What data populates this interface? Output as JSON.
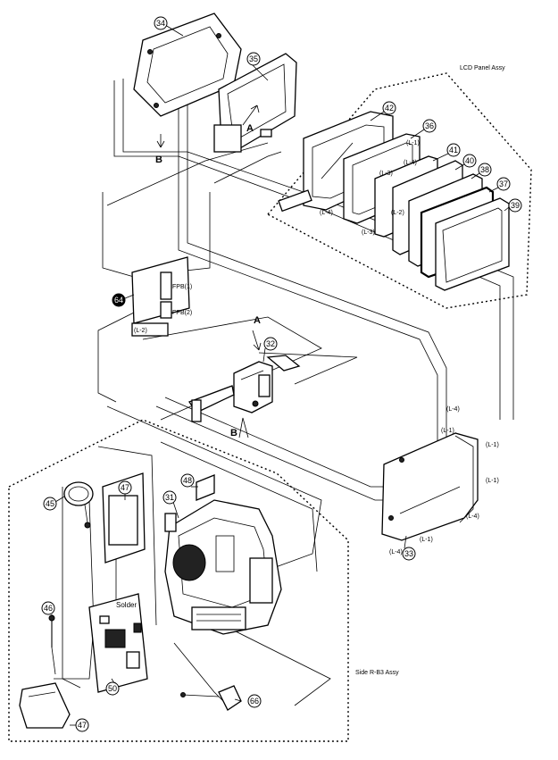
{
  "diagram": {
    "callouts": [
      {
        "id": "c34",
        "text": "34"
      },
      {
        "id": "c35",
        "text": "35"
      },
      {
        "id": "c42",
        "text": "42"
      },
      {
        "id": "c36",
        "text": "36"
      },
      {
        "id": "c41",
        "text": "41"
      },
      {
        "id": "c40",
        "text": "40"
      },
      {
        "id": "c38",
        "text": "38"
      },
      {
        "id": "c37",
        "text": "37"
      },
      {
        "id": "c39",
        "text": "39"
      },
      {
        "id": "c64",
        "text": "64"
      },
      {
        "id": "c32a",
        "text": "32"
      },
      {
        "id": "c33",
        "text": "33"
      },
      {
        "id": "c45",
        "text": "45"
      },
      {
        "id": "c47a",
        "text": "47"
      },
      {
        "id": "c48",
        "text": "48"
      },
      {
        "id": "c31",
        "text": "31"
      },
      {
        "id": "c46",
        "text": "46"
      },
      {
        "id": "c50",
        "text": "50"
      },
      {
        "id": "c66",
        "text": "66"
      },
      {
        "id": "c47b",
        "text": "47"
      }
    ],
    "assemblies": {
      "lcd_panel": "LCD Panel Assy",
      "side_r": "Side R-B3 Assy"
    },
    "connectors": {
      "fpc1": "FPB(1)",
      "fpc2": "FPB(2)"
    },
    "labels": {
      "A1": "A",
      "B1": "B",
      "A2": "A",
      "B2": "B",
      "solder": "Solder"
    },
    "lead_labels": {
      "L4a": "(L-4)",
      "L3a": "(L-3)",
      "L4b": "(L-4)",
      "L3b": "(L-3)",
      "L1a": "(L-1)",
      "L2a": "(L-2)",
      "L2b": "(L-2)",
      "L1b": "(L-1)",
      "L4c": "(L-4)",
      "L1c": "(L-1)",
      "L1d": "(L-1)",
      "L4d": "(L-4)",
      "L1e": "(L-1)",
      "L4e": "(L-4)"
    }
  }
}
